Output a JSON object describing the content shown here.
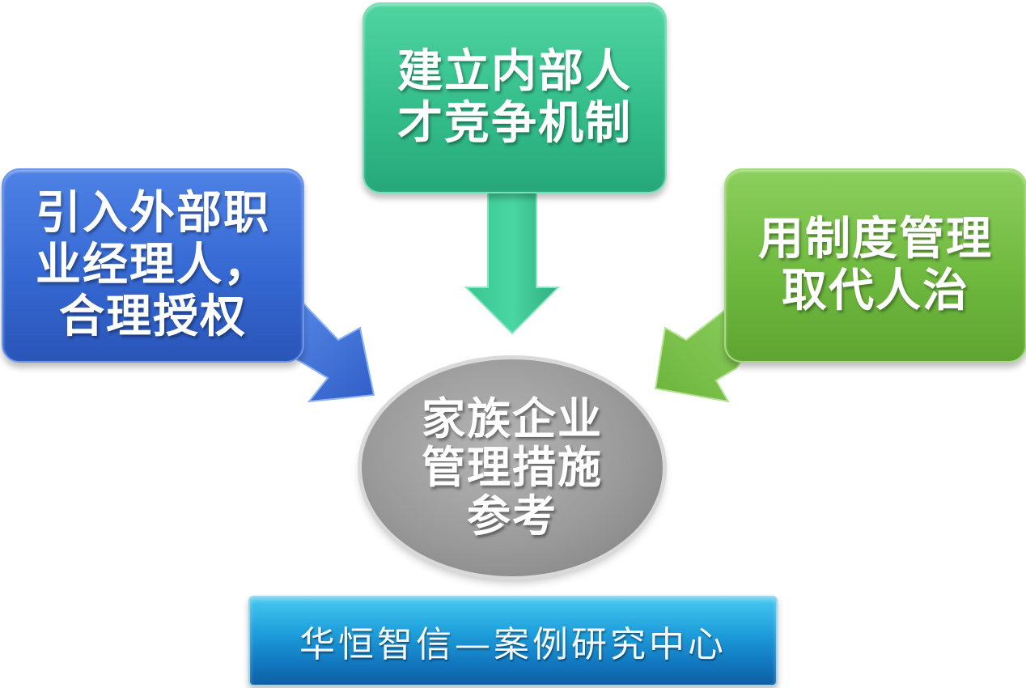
{
  "diagram": {
    "boxes": {
      "left": {
        "lines": [
          "引入外部职",
          "业经理人，",
          "合理授权"
        ],
        "color": "#3a6fd8"
      },
      "top": {
        "lines": [
          "建立内部人",
          "才竞争机制"
        ],
        "color": "#34be8c"
      },
      "right": {
        "lines": [
          "用制度管理",
          "取代人治"
        ],
        "color": "#6fb93f"
      }
    },
    "center": {
      "lines": [
        "家族企业",
        "管理措施",
        "参考"
      ],
      "color": "#9a9a9a"
    },
    "banner": {
      "text": "华恒智信—案例研究中心",
      "color": "#1f9fdb"
    }
  }
}
